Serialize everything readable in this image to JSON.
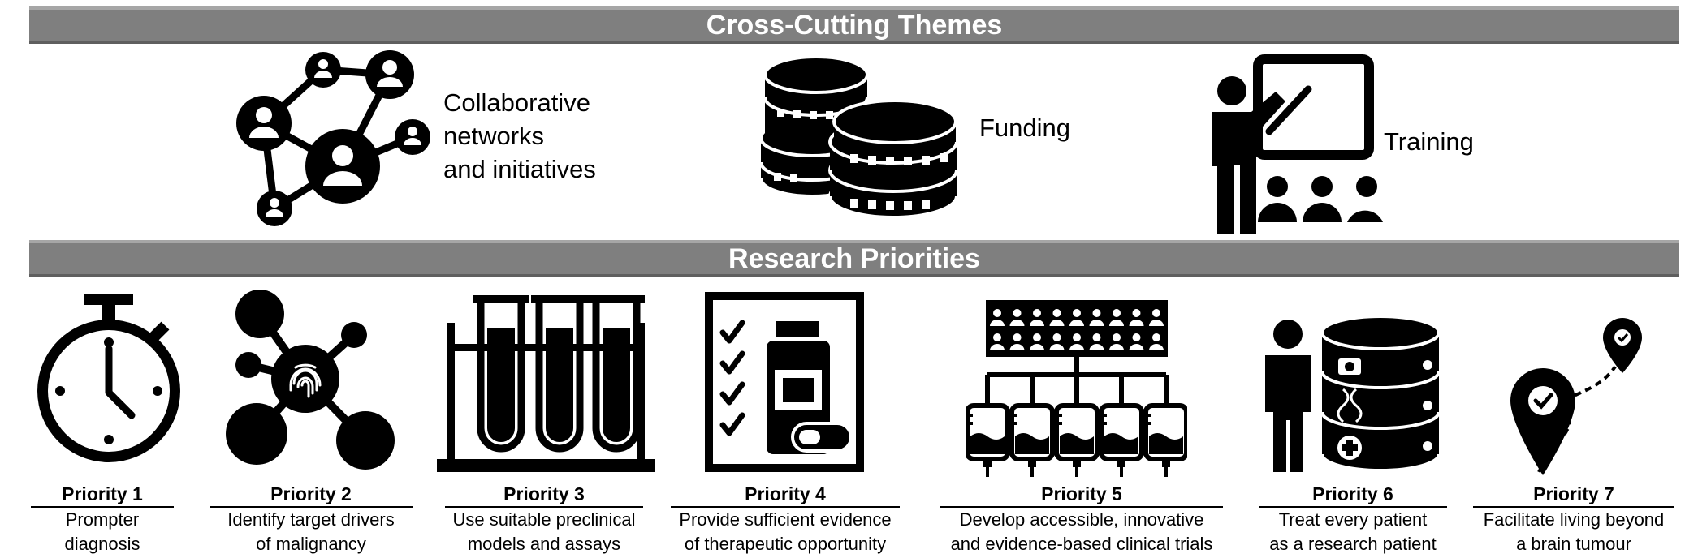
{
  "sections": {
    "themes_title": "Cross-Cutting Themes",
    "priorities_title": "Research Priorities"
  },
  "themes": [
    {
      "lines": [
        "Collaborative",
        "networks",
        "and initiatives"
      ],
      "icon": "network-people-icon"
    },
    {
      "lines": [
        "Funding"
      ],
      "icon": "coin-stack-icon"
    },
    {
      "lines": [
        "Training"
      ],
      "icon": "teacher-board-icon"
    }
  ],
  "priorities": [
    {
      "title": "Priority 1",
      "lines": [
        "Prompter",
        "diagnosis"
      ],
      "icon": "stopwatch-icon"
    },
    {
      "title": "Priority 2",
      "lines": [
        "Identify target drivers",
        "of malignancy"
      ],
      "icon": "molecule-fingerprint-icon"
    },
    {
      "title": "Priority 3",
      "lines": [
        "Use suitable preclinical",
        "models and assays"
      ],
      "icon": "test-tubes-icon"
    },
    {
      "title": "Priority 4",
      "lines": [
        "Provide sufficient evidence",
        "of therapeutic opportunity"
      ],
      "icon": "medicine-checklist-icon"
    },
    {
      "title": "Priority 5",
      "lines": [
        "Develop accessible, innovative",
        "and evidence-based clinical trials"
      ],
      "icon": "clinical-trial-icon"
    },
    {
      "title": "Priority 6",
      "lines": [
        "Treat every patient",
        "as a research patient"
      ],
      "icon": "patient-database-icon"
    },
    {
      "title": "Priority 7",
      "lines": [
        "Facilitate living beyond",
        "a brain tumour"
      ],
      "icon": "map-pin-route-icon"
    }
  ]
}
